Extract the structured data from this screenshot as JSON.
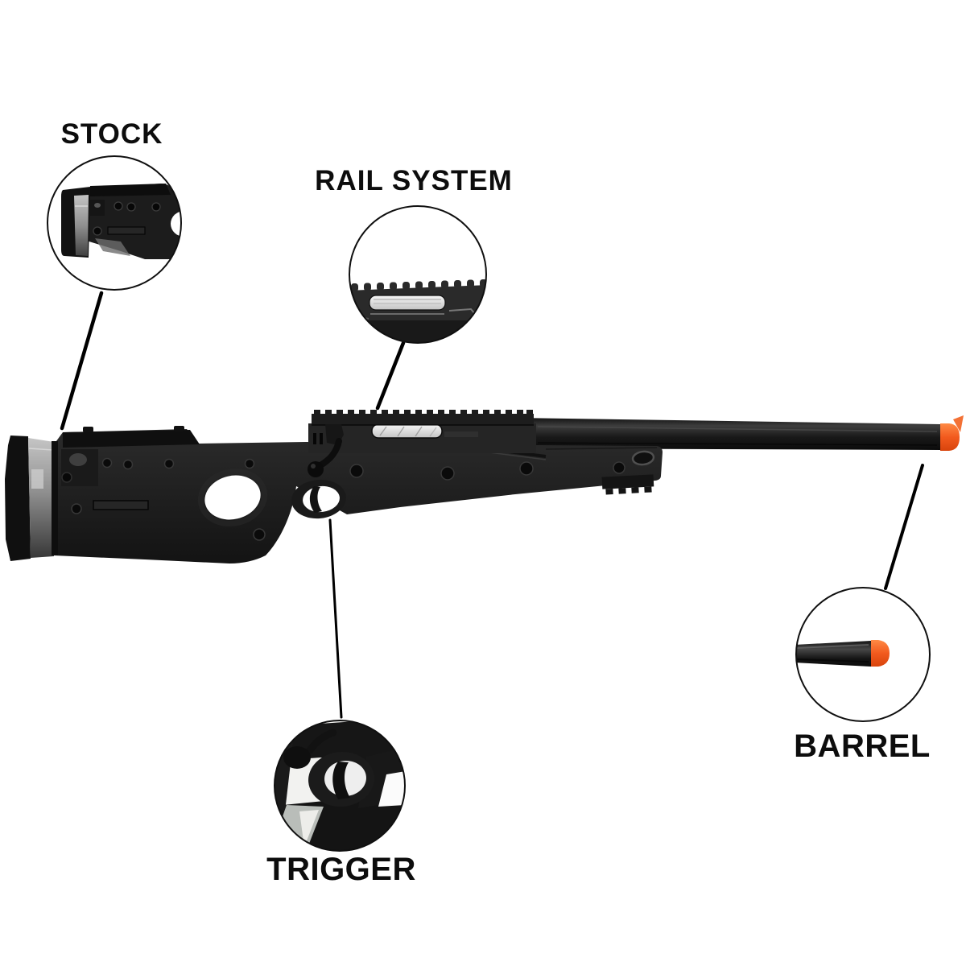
{
  "diagram": {
    "background_color": "#ffffff",
    "subject": "bolt-action sniper rifle with magnified part callouts",
    "label_color": "#0d0d0d",
    "line_color": "#000000",
    "circle_outline_color": "#101010",
    "rifle_body_color": "#1e1e1e",
    "muzzle_tip_color": "#f25a1e",
    "butt_spacer_color": "#8f8f8f",
    "callouts": [
      {
        "id": "stock",
        "label": "STOCK"
      },
      {
        "id": "rail-system",
        "label": "RAIL SYSTEM"
      },
      {
        "id": "trigger",
        "label": "TRIGGER"
      },
      {
        "id": "barrel",
        "label": "BARREL"
      }
    ]
  }
}
